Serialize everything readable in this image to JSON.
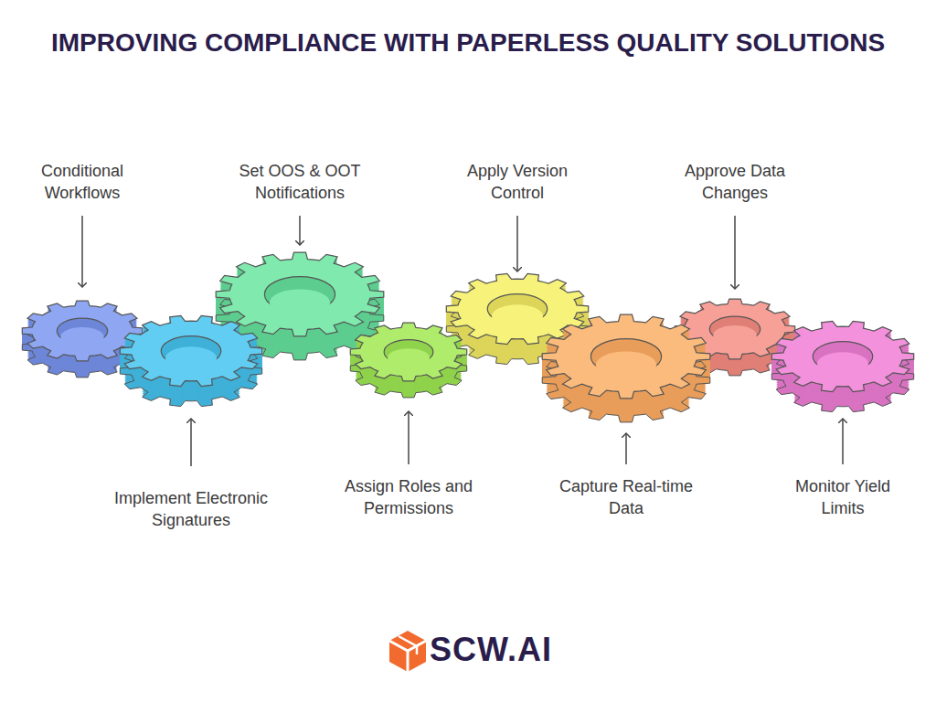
{
  "diagram": {
    "title": "IMPROVING COMPLIANCE WITH PAPERLESS QUALITY SOLUTIONS",
    "labels": [
      "Conditional Workflows",
      "Set OOS & OOT Notifications",
      "Apply Version Control",
      "Approve Data Changes",
      "Implement Electronic Signatures",
      "Assign Roles and Permissions",
      "Capture Real-time Data",
      "Monitor Yield Limits",
      "SCW.AI"
    ]
  }
}
